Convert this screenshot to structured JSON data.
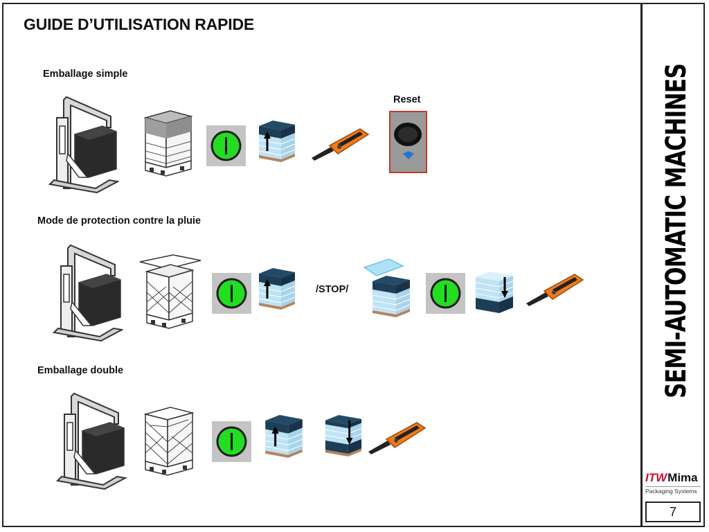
{
  "title": "GUIDE D’UTILISATION RAPIDE",
  "sidebar": {
    "title": "SEMI-AUTOMATIC MACHINES",
    "logo_prefix": "ITW",
    "logo_brand": "Mima",
    "logo_tagline": "Packaging Systems",
    "page_number": "7"
  },
  "sections": [
    {
      "heading": "Emballage simple",
      "reset_label": "Reset"
    },
    {
      "heading": "Mode de protection contre la pluie",
      "stop_label": "/STOP/"
    },
    {
      "heading": "Emballage double"
    }
  ],
  "colors": {
    "start_button": "#22dd22",
    "pallet_blue": "#bfe3f5",
    "pallet_top": "#1c3e58",
    "cutter_orange": "#f07a1a",
    "reset_border": "#c0392b"
  }
}
